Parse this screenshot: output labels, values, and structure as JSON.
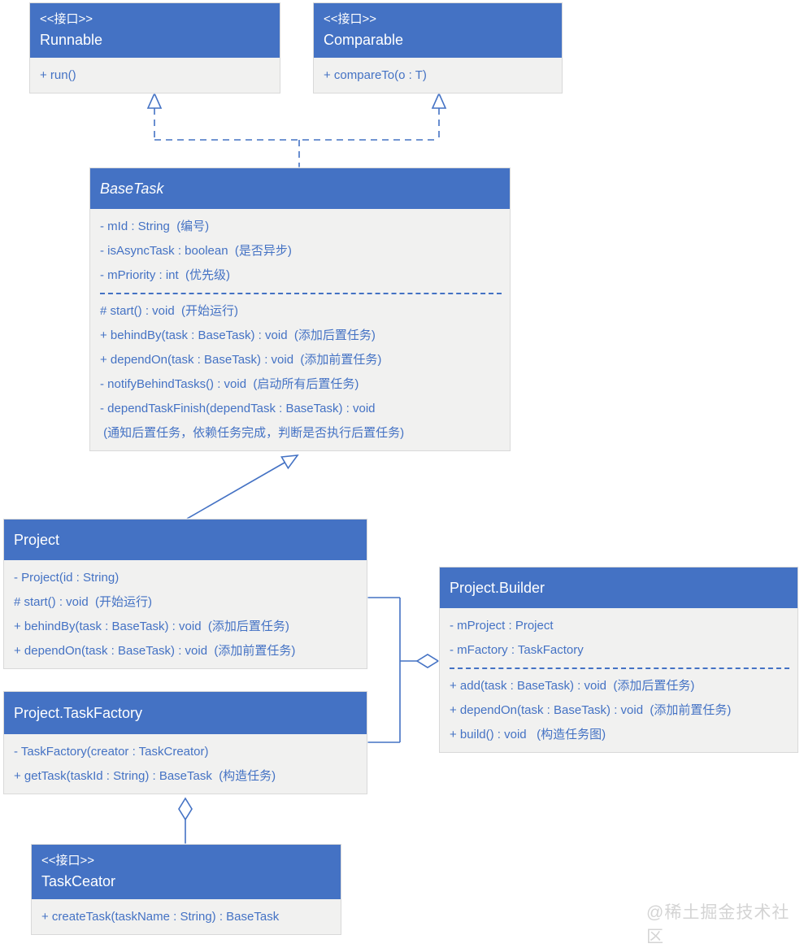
{
  "diagram": {
    "type": "uml-class-diagram",
    "watermark": "@稀土掘金技术社区"
  },
  "colors": {
    "header_bg": "#4472C4",
    "body_bg": "#F1F1F0",
    "box_border": "#D9D9D9",
    "member_text": "#4472C4",
    "connector": "#4472C4",
    "watermark": "#D4D4D4"
  },
  "classes": {
    "runnable": {
      "stereotype": "<<接口>>",
      "name": "Runnable",
      "members": [
        "+ run()"
      ]
    },
    "comparable": {
      "stereotype": "<<接口>>",
      "name": "Comparable",
      "members": [
        "+ compareTo(o : T)"
      ]
    },
    "base_task": {
      "name": "BaseTask",
      "attributes": [
        "- mId : String  (编号)",
        "- isAsyncTask : boolean  (是否异步)",
        "- mPriority : int  (优先级)"
      ],
      "methods": [
        "# start() : void  (开始运行)",
        "+ behindBy(task : BaseTask) : void  (添加后置任务)",
        "+ dependOn(task : BaseTask) : void  (添加前置任务)",
        "- notifyBehindTasks() : void  (启动所有后置任务)",
        "- dependTaskFinish(dependTask : BaseTask) : void",
        " (通知后置任务，依赖任务完成，判断是否执行后置任务)"
      ]
    },
    "project": {
      "name": "Project",
      "members": [
        "- Project(id : String)",
        "# start() : void  (开始运行)",
        "+ behindBy(task : BaseTask) : void  (添加后置任务)",
        "+ dependOn(task : BaseTask) : void  (添加前置任务)"
      ]
    },
    "project_builder": {
      "name": "Project.Builder",
      "attributes": [
        "- mProject : Project",
        "- mFactory : TaskFactory"
      ],
      "methods": [
        "+ add(task : BaseTask) : void  (添加后置任务)",
        "+ dependOn(task : BaseTask) : void  (添加前置任务)",
        "+ build() : void   (构造任务图)"
      ]
    },
    "project_task_factory": {
      "name": "Project.TaskFactory",
      "members": [
        "- TaskFactory(creator : TaskCreator)",
        "+ getTask(taskId : String) : BaseTask  (构造任务)"
      ]
    },
    "task_ceator": {
      "stereotype": "<<接口>>",
      "name": "TaskCeator",
      "members": [
        "+ createTask(taskName : String) : BaseTask"
      ]
    }
  },
  "relations": [
    {
      "from": "BaseTask",
      "to": "Runnable",
      "type": "realization-dashed-hollow-triangle"
    },
    {
      "from": "BaseTask",
      "to": "Comparable",
      "type": "realization-dashed-hollow-triangle"
    },
    {
      "from": "Project",
      "to": "BaseTask",
      "type": "generalization-solid-hollow-triangle"
    },
    {
      "from": "Project.Builder",
      "to": "Project / Project.TaskFactory",
      "type": "aggregation-hollow-diamond"
    },
    {
      "from": "Project.TaskFactory",
      "to": "TaskCeator",
      "type": "aggregation-hollow-diamond"
    }
  ]
}
